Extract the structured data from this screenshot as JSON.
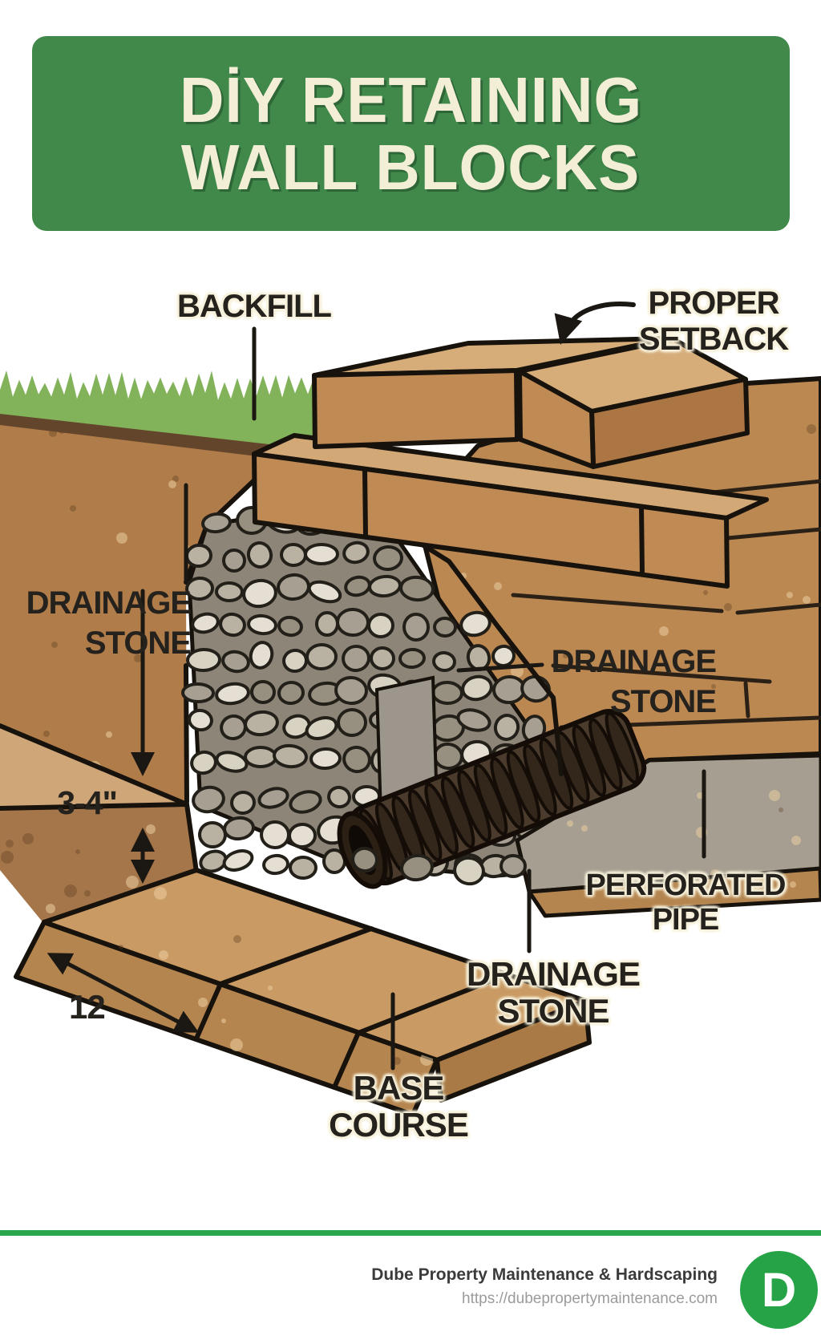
{
  "title": {
    "line1": "DİY RETAINING",
    "line2": "WALL BLOCKS"
  },
  "labels": {
    "backfill": "BACKFILL",
    "proper_setback_1": "PROPER",
    "proper_setback_2": "SETBACK",
    "drainage_left_1": "DRAINAGE",
    "drainage_left_2": "STONE",
    "dim_depth": "3-4\"",
    "drainage_right_1": "DRAINAGE",
    "drainage_right_2": "STONE",
    "perforated_1": "PERFORATED",
    "perforated_2": "PIPE",
    "drainage_bottom_1": "DRAINAGE",
    "drainage_bottom_2": "STONE",
    "base_1": "BASE",
    "base_2": "COURSE",
    "dim_width": "12"
  },
  "footer": {
    "company": "Dube Property Maintenance & Hardscaping",
    "url": "https://dubepropertymaintenance.com",
    "logo_letter": "D"
  },
  "colors": {
    "banner_green": "#41894b",
    "title_cream": "#f3eed6",
    "footer_green": "#2aa64d",
    "logo_green": "#27a347",
    "label_ink": "#25221e",
    "soil_brown": "#b07c4a",
    "block_tan": "#c08a55",
    "gravel_gray": "#8d8577",
    "grass_green": "#82b25a",
    "pipe_dark": "#4a3b2c"
  }
}
